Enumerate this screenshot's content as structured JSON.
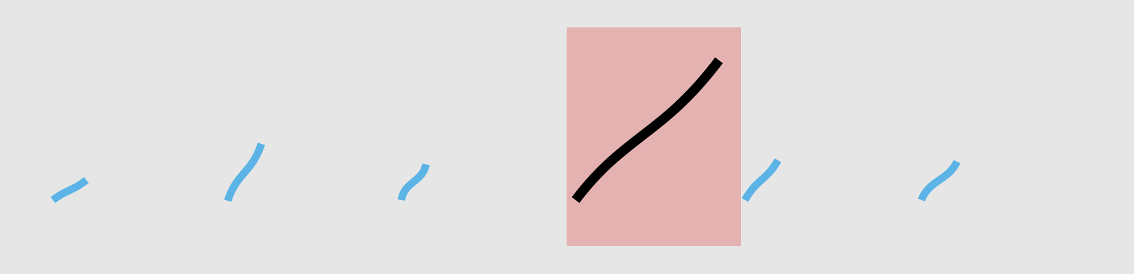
{
  "colors": {
    "background": "#e6e6e6",
    "highlight_fill": "#e4b2b1",
    "stroke_default": "#5bb3e6",
    "stroke_highlight": "#000000"
  },
  "strokes": [
    {
      "name": "stroke-1",
      "highlighted": false
    },
    {
      "name": "stroke-2",
      "highlighted": false
    },
    {
      "name": "stroke-3",
      "highlighted": false
    },
    {
      "name": "stroke-4",
      "highlighted": true
    },
    {
      "name": "stroke-5",
      "highlighted": false
    },
    {
      "name": "stroke-6",
      "highlighted": false
    }
  ]
}
